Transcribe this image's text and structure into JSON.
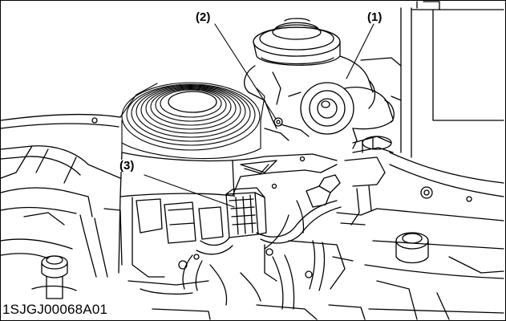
{
  "callouts": {
    "c1": "(1)",
    "c2": "(2)",
    "c3": "(3)"
  },
  "figure_code": "1SJGJ00068A01"
}
